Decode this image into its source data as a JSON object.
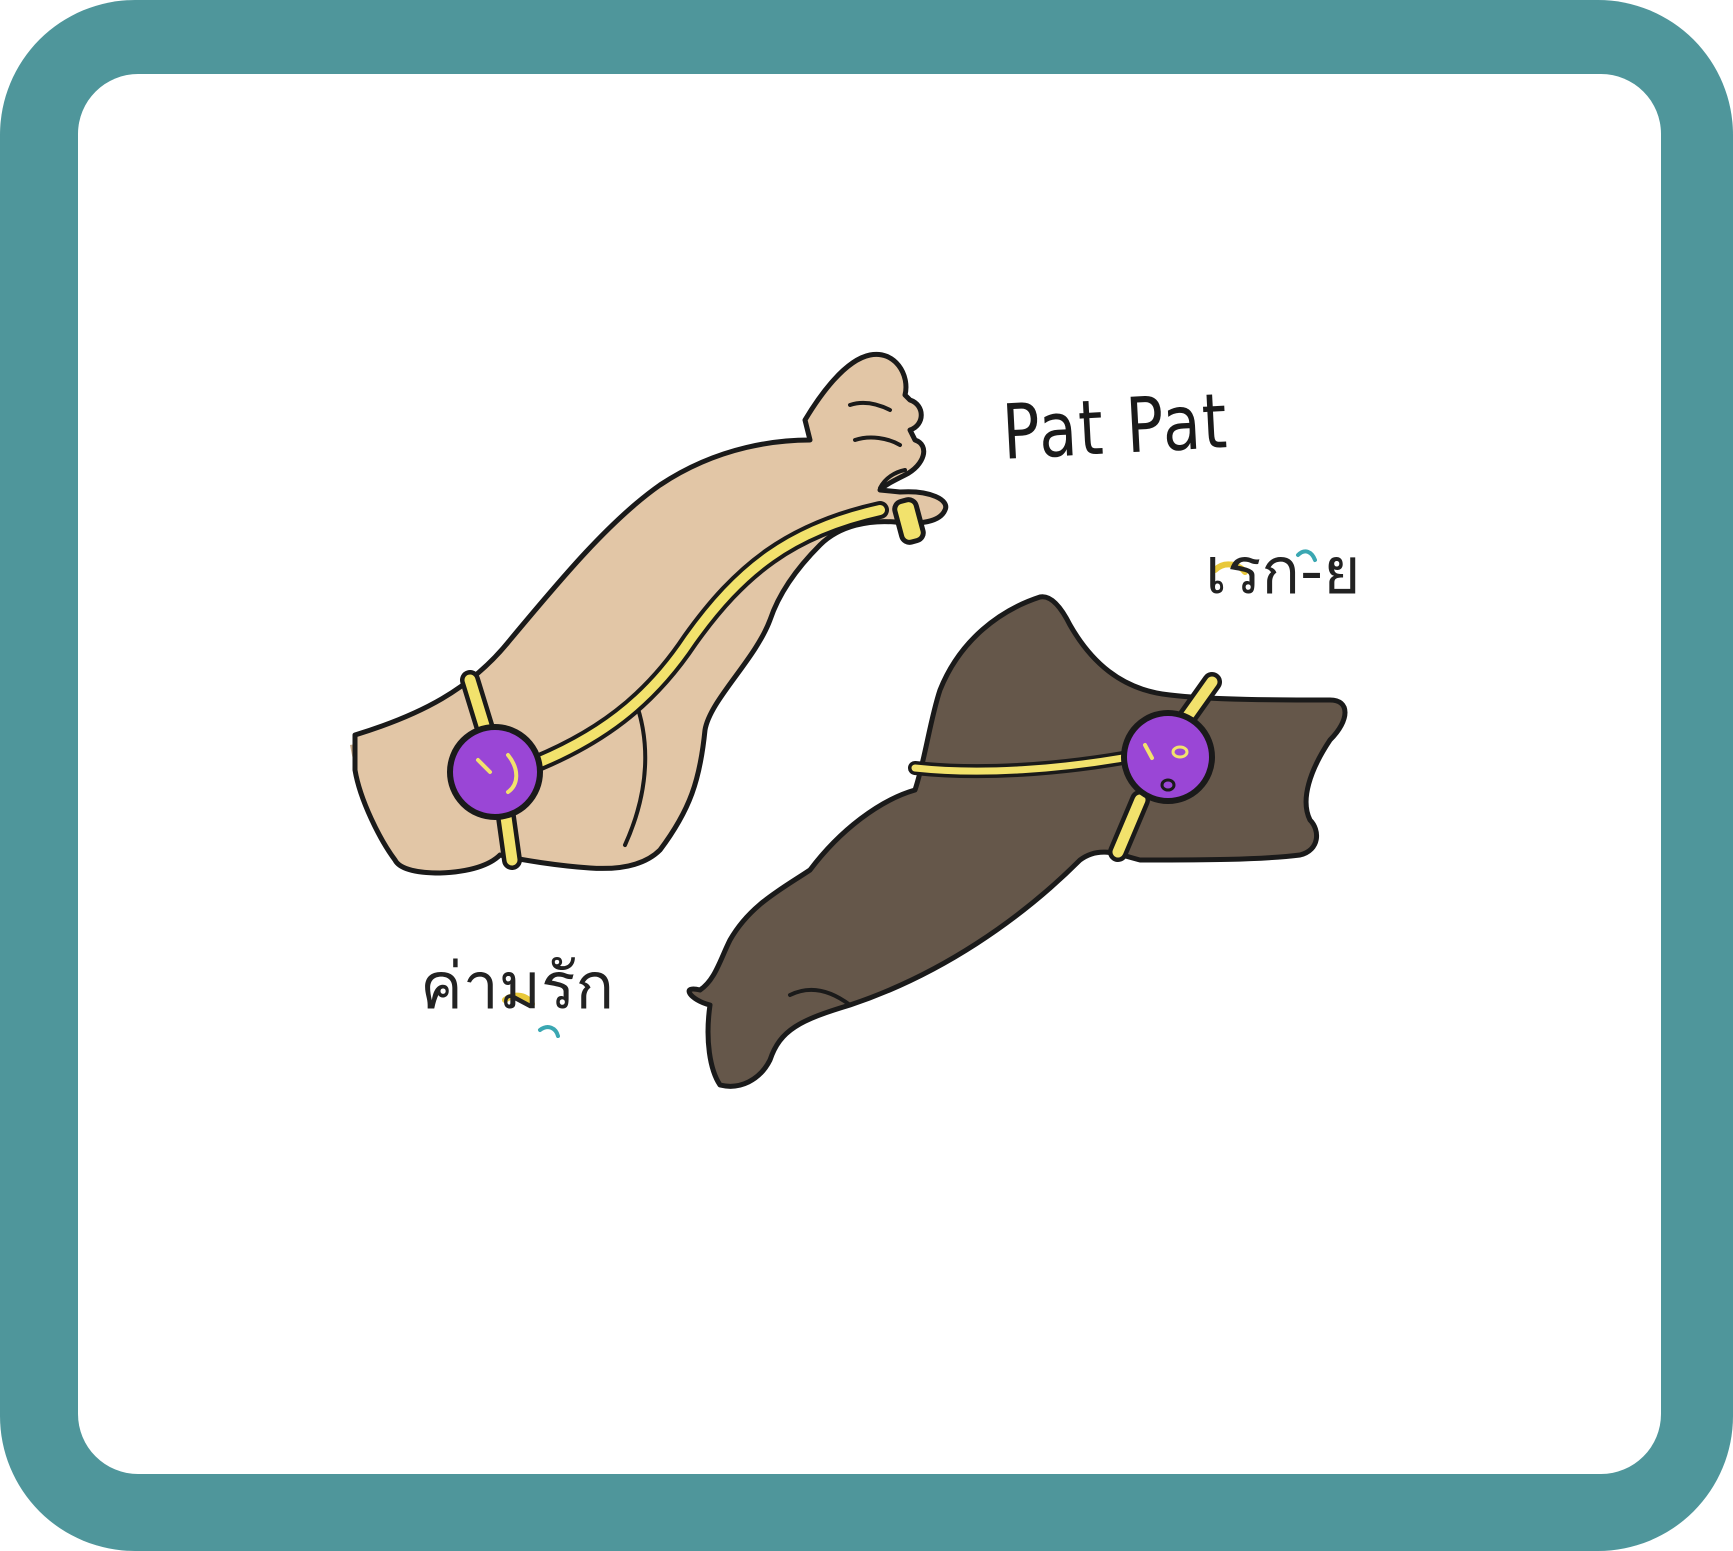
{
  "illustration": {
    "label_pat": "Pat Pat",
    "label_left_thai": "ค่ามรัก",
    "label_right_thai": "เรก-ย"
  },
  "colors": {
    "frame": "#4f969b",
    "card": "#ffffff",
    "foot_light": "#e2c6a6",
    "foot_light_shadow": "#c6a98a",
    "foot_dark": "#65574a",
    "strap": "#f2e26c",
    "charm": "#9a46d6",
    "outline": "#1a1a1a",
    "accent_yellow": "#e8c83a",
    "accent_teal": "#3aa7b2"
  },
  "icons": [
    "foot-with-toe-ring-illustration",
    "dark-foot-with-anklet-illustration",
    "purple-charm-icon"
  ]
}
